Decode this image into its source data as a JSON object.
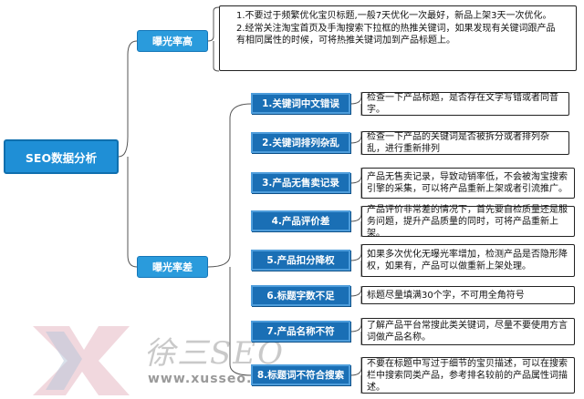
{
  "root": {
    "label": "SEO数据分析"
  },
  "branches": [
    {
      "label": "曝光率高",
      "descriptions": [
        "1.不要过于频繁优化宝贝标题,一般7天优化一次最好，新品上架3天一次优化。",
        "2.经常关注淘宝首页及手淘搜索下拉框的热推关键词，如果发现有关键词跟产品有相同属性的时候，可将热推关键词加到产品标题上。"
      ]
    },
    {
      "label": "曝光率差"
    }
  ],
  "items": [
    {
      "label": "1.关键词中文错误",
      "desc": "检查一下产品标题，是否存在文字写错或者同音字。"
    },
    {
      "label": "2.关键词排列杂乱",
      "desc": "检查一下产品的关键词是否被拆分或者排列杂乱，进行重新排列"
    },
    {
      "label": "3.产品无售卖记录",
      "desc": "产品无售卖记录，导致动销率低，不会被淘宝搜索引擎的采集，可以将产品重新上架或者引流推广。"
    },
    {
      "label": "4.产品评价差",
      "desc": "产品评价非常差的情况下，首先要自检质量还是服务问题，提升产品质量的同时，可将产品重新上架。"
    },
    {
      "label": "5.产品扣分降权",
      "desc": "如果多次优化无曝光率增加，检测产品是否隐形降权，如果有，产品可以做重新上架处理。"
    },
    {
      "label": "6.标题字数不足",
      "desc": "标题尽量填满30个字，不可用全角符号"
    },
    {
      "label": "7.产品名称不符",
      "desc": "了解产品平台常搜此类关键词，尽量不要使用方言词做产品名称。"
    },
    {
      "label": "8.标题词不符合搜索",
      "desc": "不要在标题中写过于细节的宝贝描述，可以在搜索栏中搜索同类产品，参考排名较前的产品属性词描述。"
    }
  ],
  "watermark": {
    "text_cn": "徐三SEO",
    "url": "www.xusseo.com"
  },
  "colors": {
    "box_blue": "#1a6fb5",
    "branch_blue": "#2a9bdc",
    "root_blue": "#1f8fd6"
  }
}
